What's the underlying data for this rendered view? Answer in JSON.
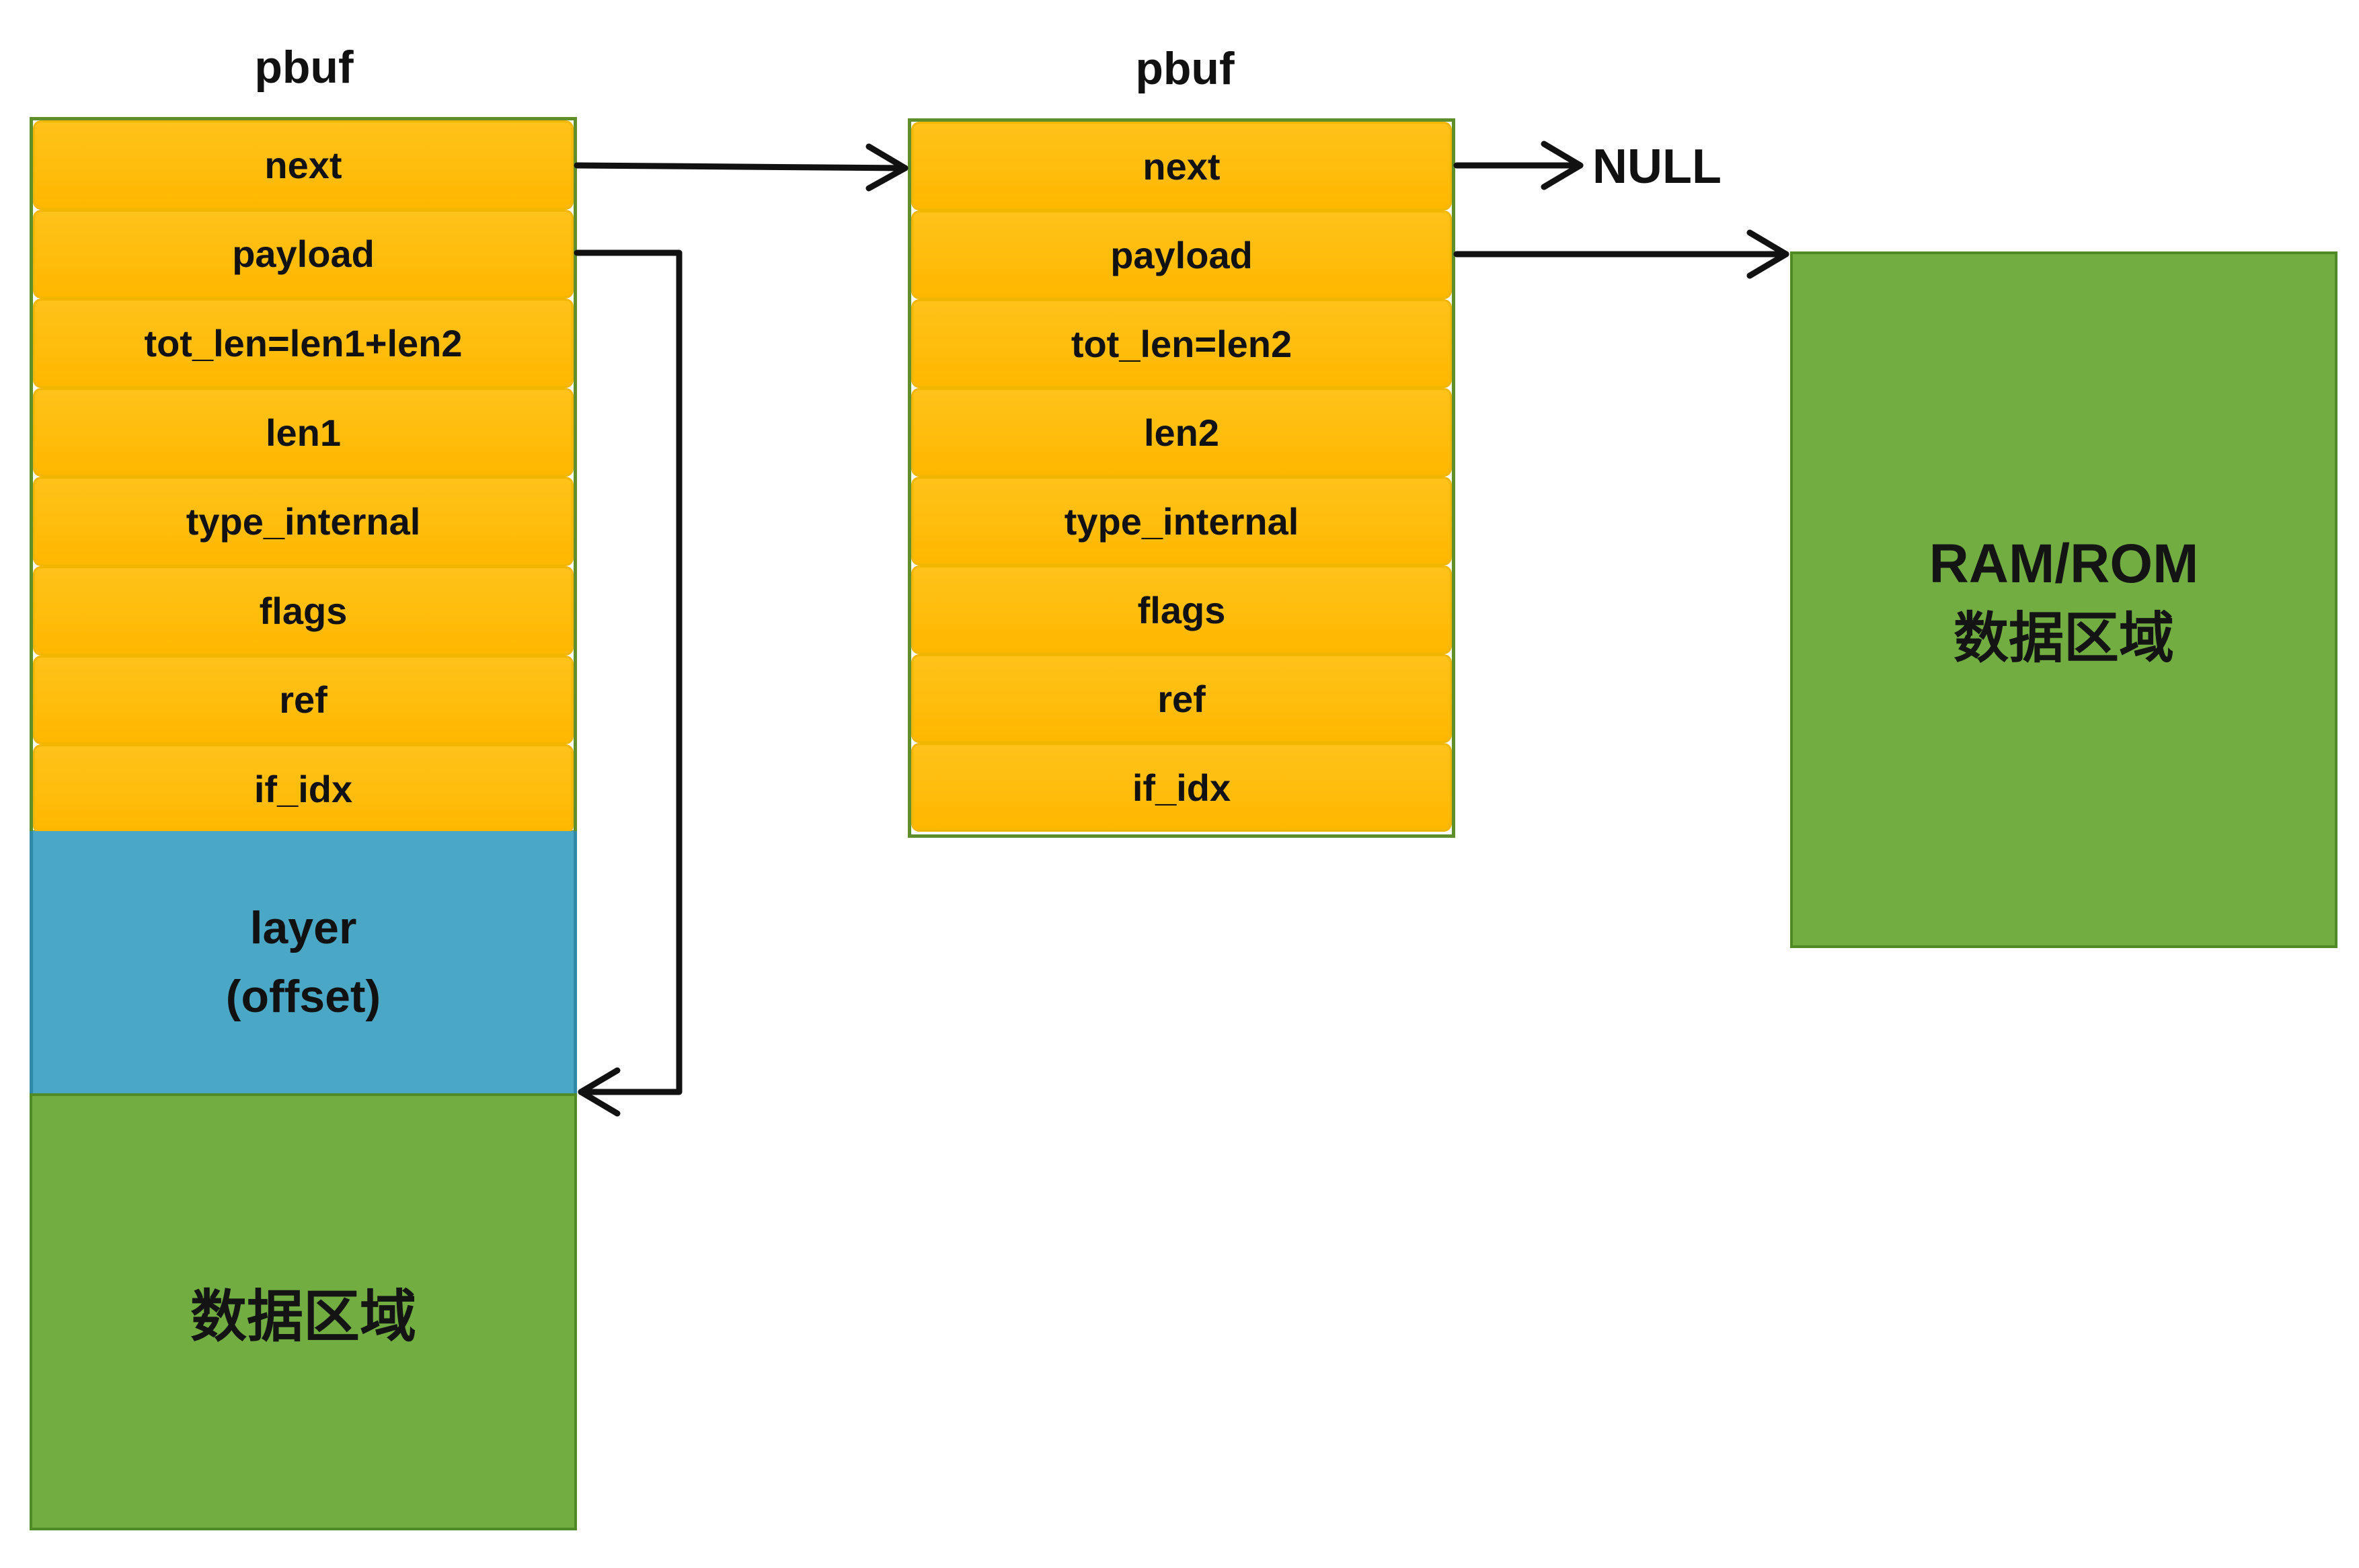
{
  "left_pbuf": {
    "title": "pbuf",
    "fields": [
      "next",
      "payload",
      "tot_len=len1+len2",
      "len1",
      "type_internal",
      "flags",
      "ref",
      "if_idx"
    ],
    "layer_lines": [
      "layer",
      "(offset)"
    ],
    "data_label": "数据区域"
  },
  "right_pbuf": {
    "title": "pbuf",
    "fields": [
      "next",
      "payload",
      "tot_len=len2",
      "len2",
      "type_internal",
      "flags",
      "ref",
      "if_idx"
    ]
  },
  "null_label": "NULL",
  "external_data": {
    "line1": "RAM/ROM",
    "line2": "数据区域"
  }
}
